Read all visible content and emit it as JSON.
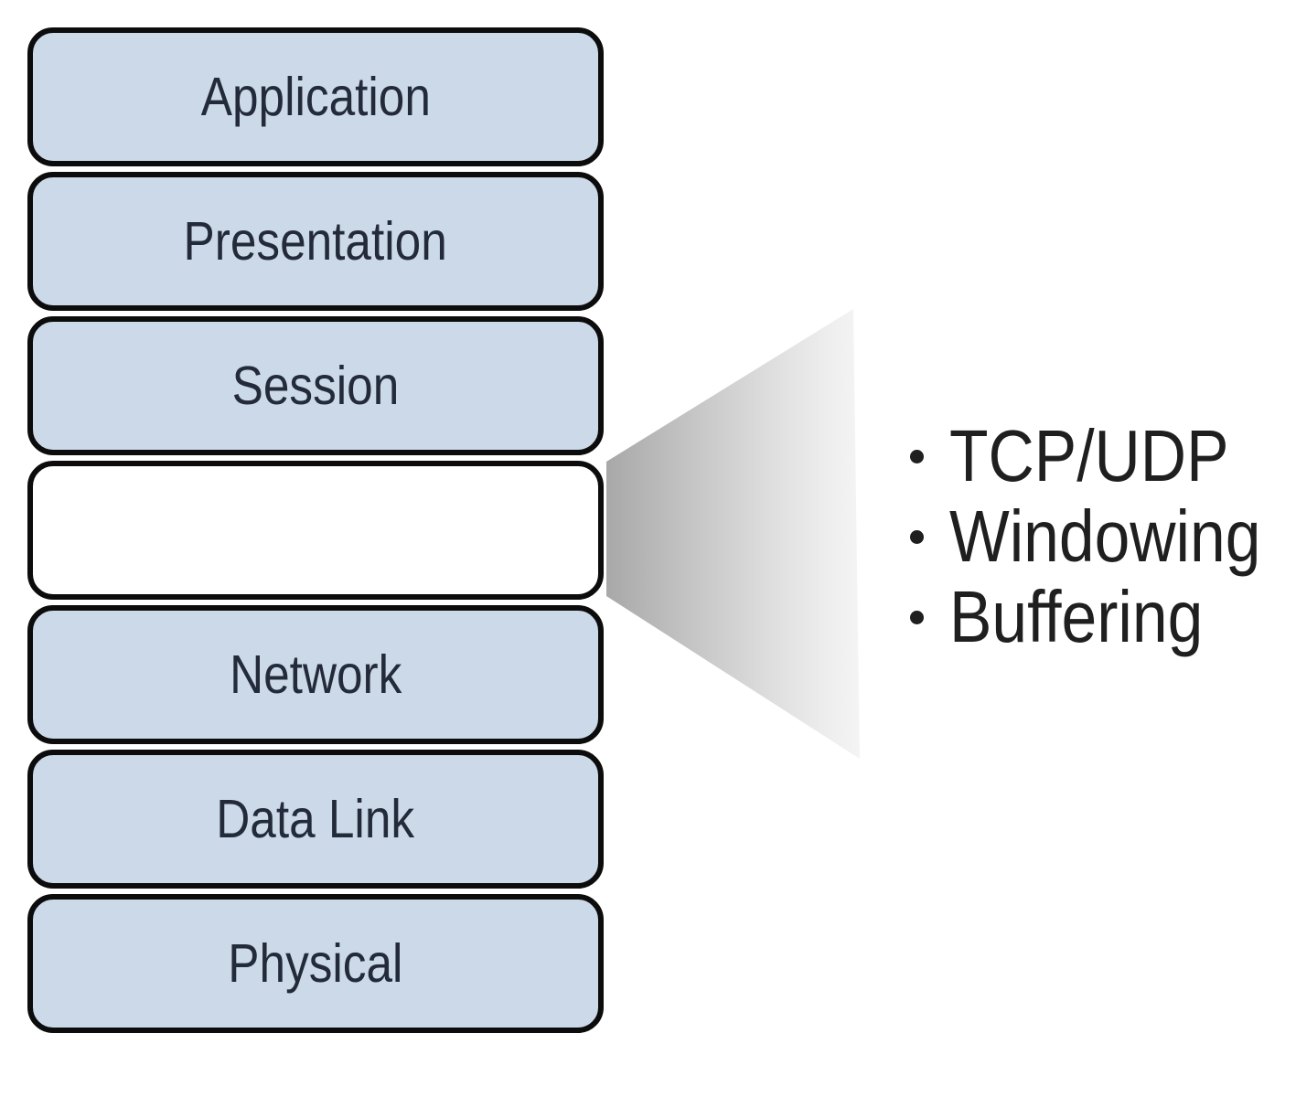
{
  "diagram": {
    "layers": [
      {
        "label": "Application",
        "filled": true
      },
      {
        "label": "Presentation",
        "filled": true
      },
      {
        "label": "Session",
        "filled": true
      },
      {
        "label": "",
        "filled": false
      },
      {
        "label": "Network",
        "filled": true
      },
      {
        "label": "Data Link",
        "filled": true
      },
      {
        "label": "Physical",
        "filled": true
      }
    ],
    "callout": {
      "items": [
        "TCP/UDP",
        "Windowing",
        "Buffering"
      ]
    },
    "colors": {
      "page_bg": "#ffffff",
      "box_fill": "#ccd9e8",
      "blank_fill": "#ffffff",
      "box_border": "#0c0c0c",
      "label_text": "#232b3a",
      "bullet_text": "#1f1f1f",
      "funnel_dark": "#a8a8a8",
      "funnel_light": "#f4f4f4"
    }
  }
}
